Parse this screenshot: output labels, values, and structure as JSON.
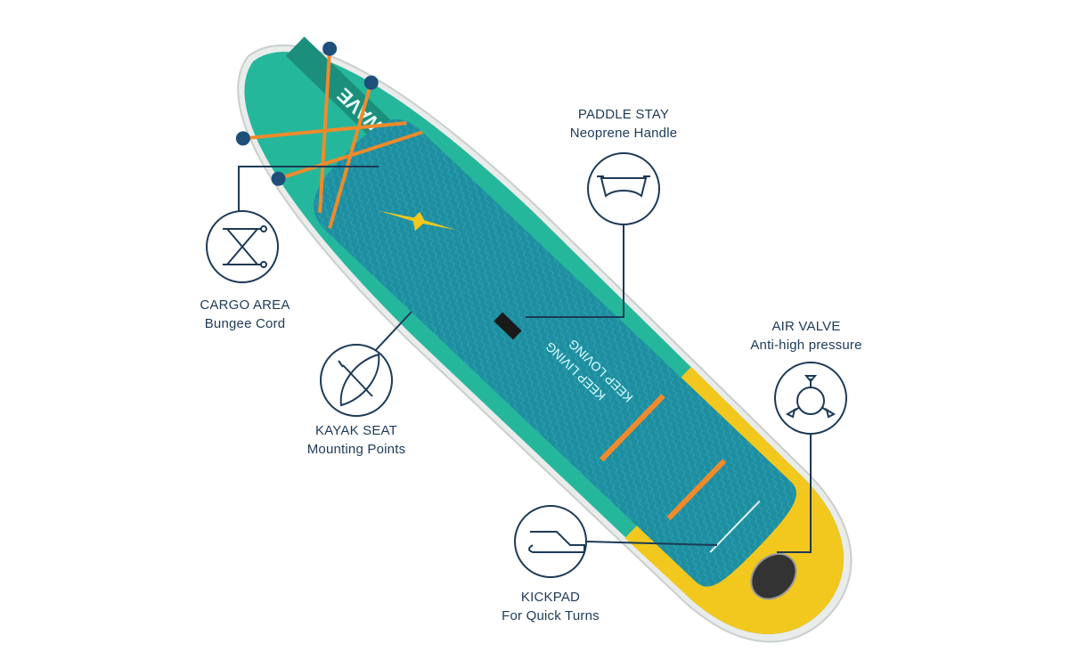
{
  "product": {
    "brand": "RIDEWAVE",
    "deck_text_1": "KEEP LOVING",
    "deck_text_2": "KEEP LIVING",
    "colors": {
      "teal": "#25b79c",
      "deck": "#1f8ea0",
      "yellow": "#f2c81e",
      "bungee": "#f08a2a",
      "navy": "#1d3a57"
    }
  },
  "callouts": [
    {
      "id": "paddle-stay",
      "title": "PADDLE STAY",
      "subtitle": "Neoprene Handle",
      "icon": "handle-icon"
    },
    {
      "id": "cargo-area",
      "title": "CARGO AREA",
      "subtitle": "Bungee Cord",
      "icon": "bungee-cord-icon"
    },
    {
      "id": "kayak-seat",
      "title": "KAYAK SEAT",
      "subtitle": "Mounting Points",
      "icon": "kayak-icon"
    },
    {
      "id": "air-valve",
      "title": "AIR VALVE",
      "subtitle": "Anti-high pressure",
      "icon": "air-valve-icon"
    },
    {
      "id": "kickpad",
      "title": "KICKPAD",
      "subtitle": "For Quick Turns",
      "icon": "kickpad-icon"
    }
  ]
}
